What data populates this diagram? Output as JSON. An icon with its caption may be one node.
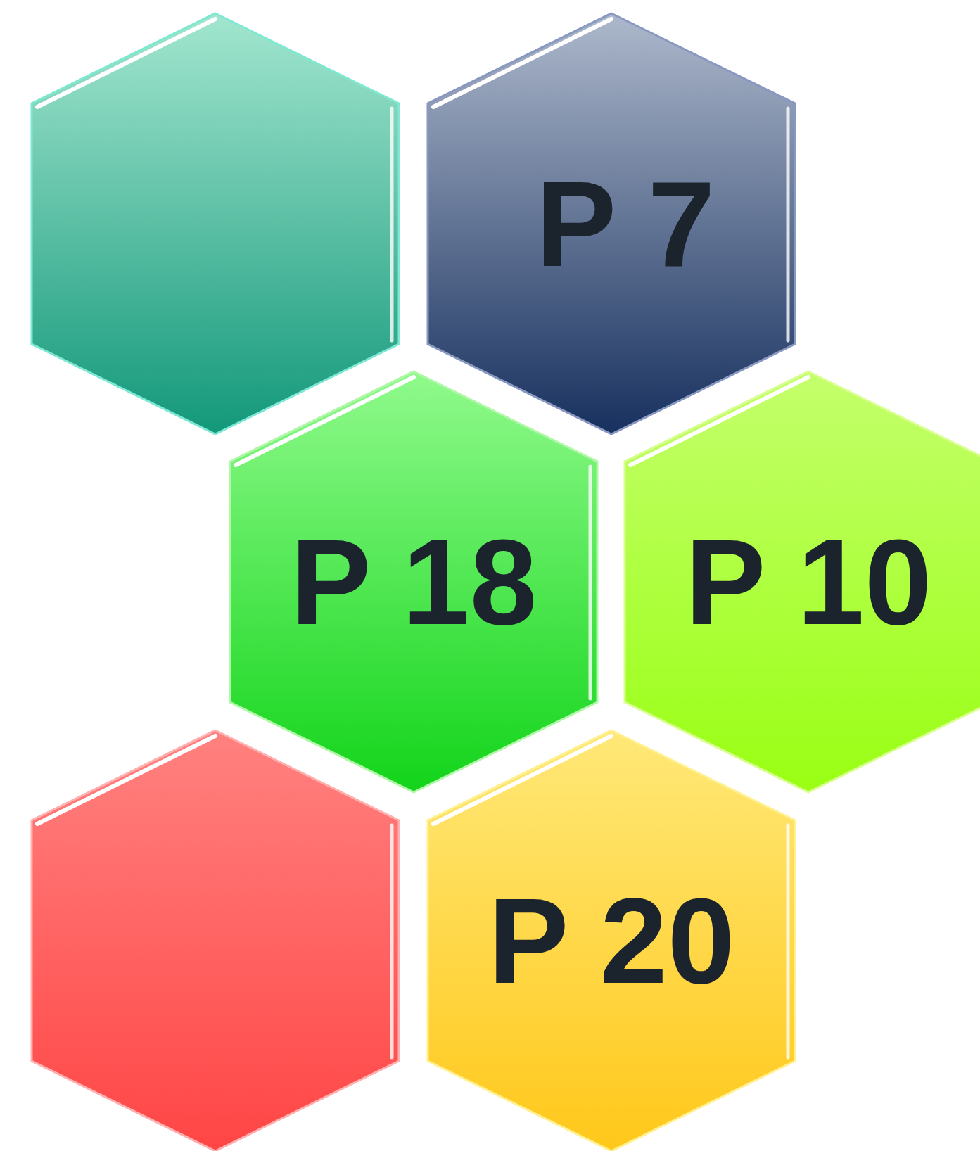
{
  "diagram": {
    "nodes": [
      {
        "text": [],
        "shape": "hexagon"
      },
      {
        "text": [
          "P 7"
        ]
      },
      {
        "text": [
          "P 18"
        ]
      },
      {
        "text": [
          "P 10"
        ]
      },
      {
        "text": [],
        "shape": "hexagon"
      },
      {
        "text": [
          "P 20"
        ]
      }
    ]
  }
}
